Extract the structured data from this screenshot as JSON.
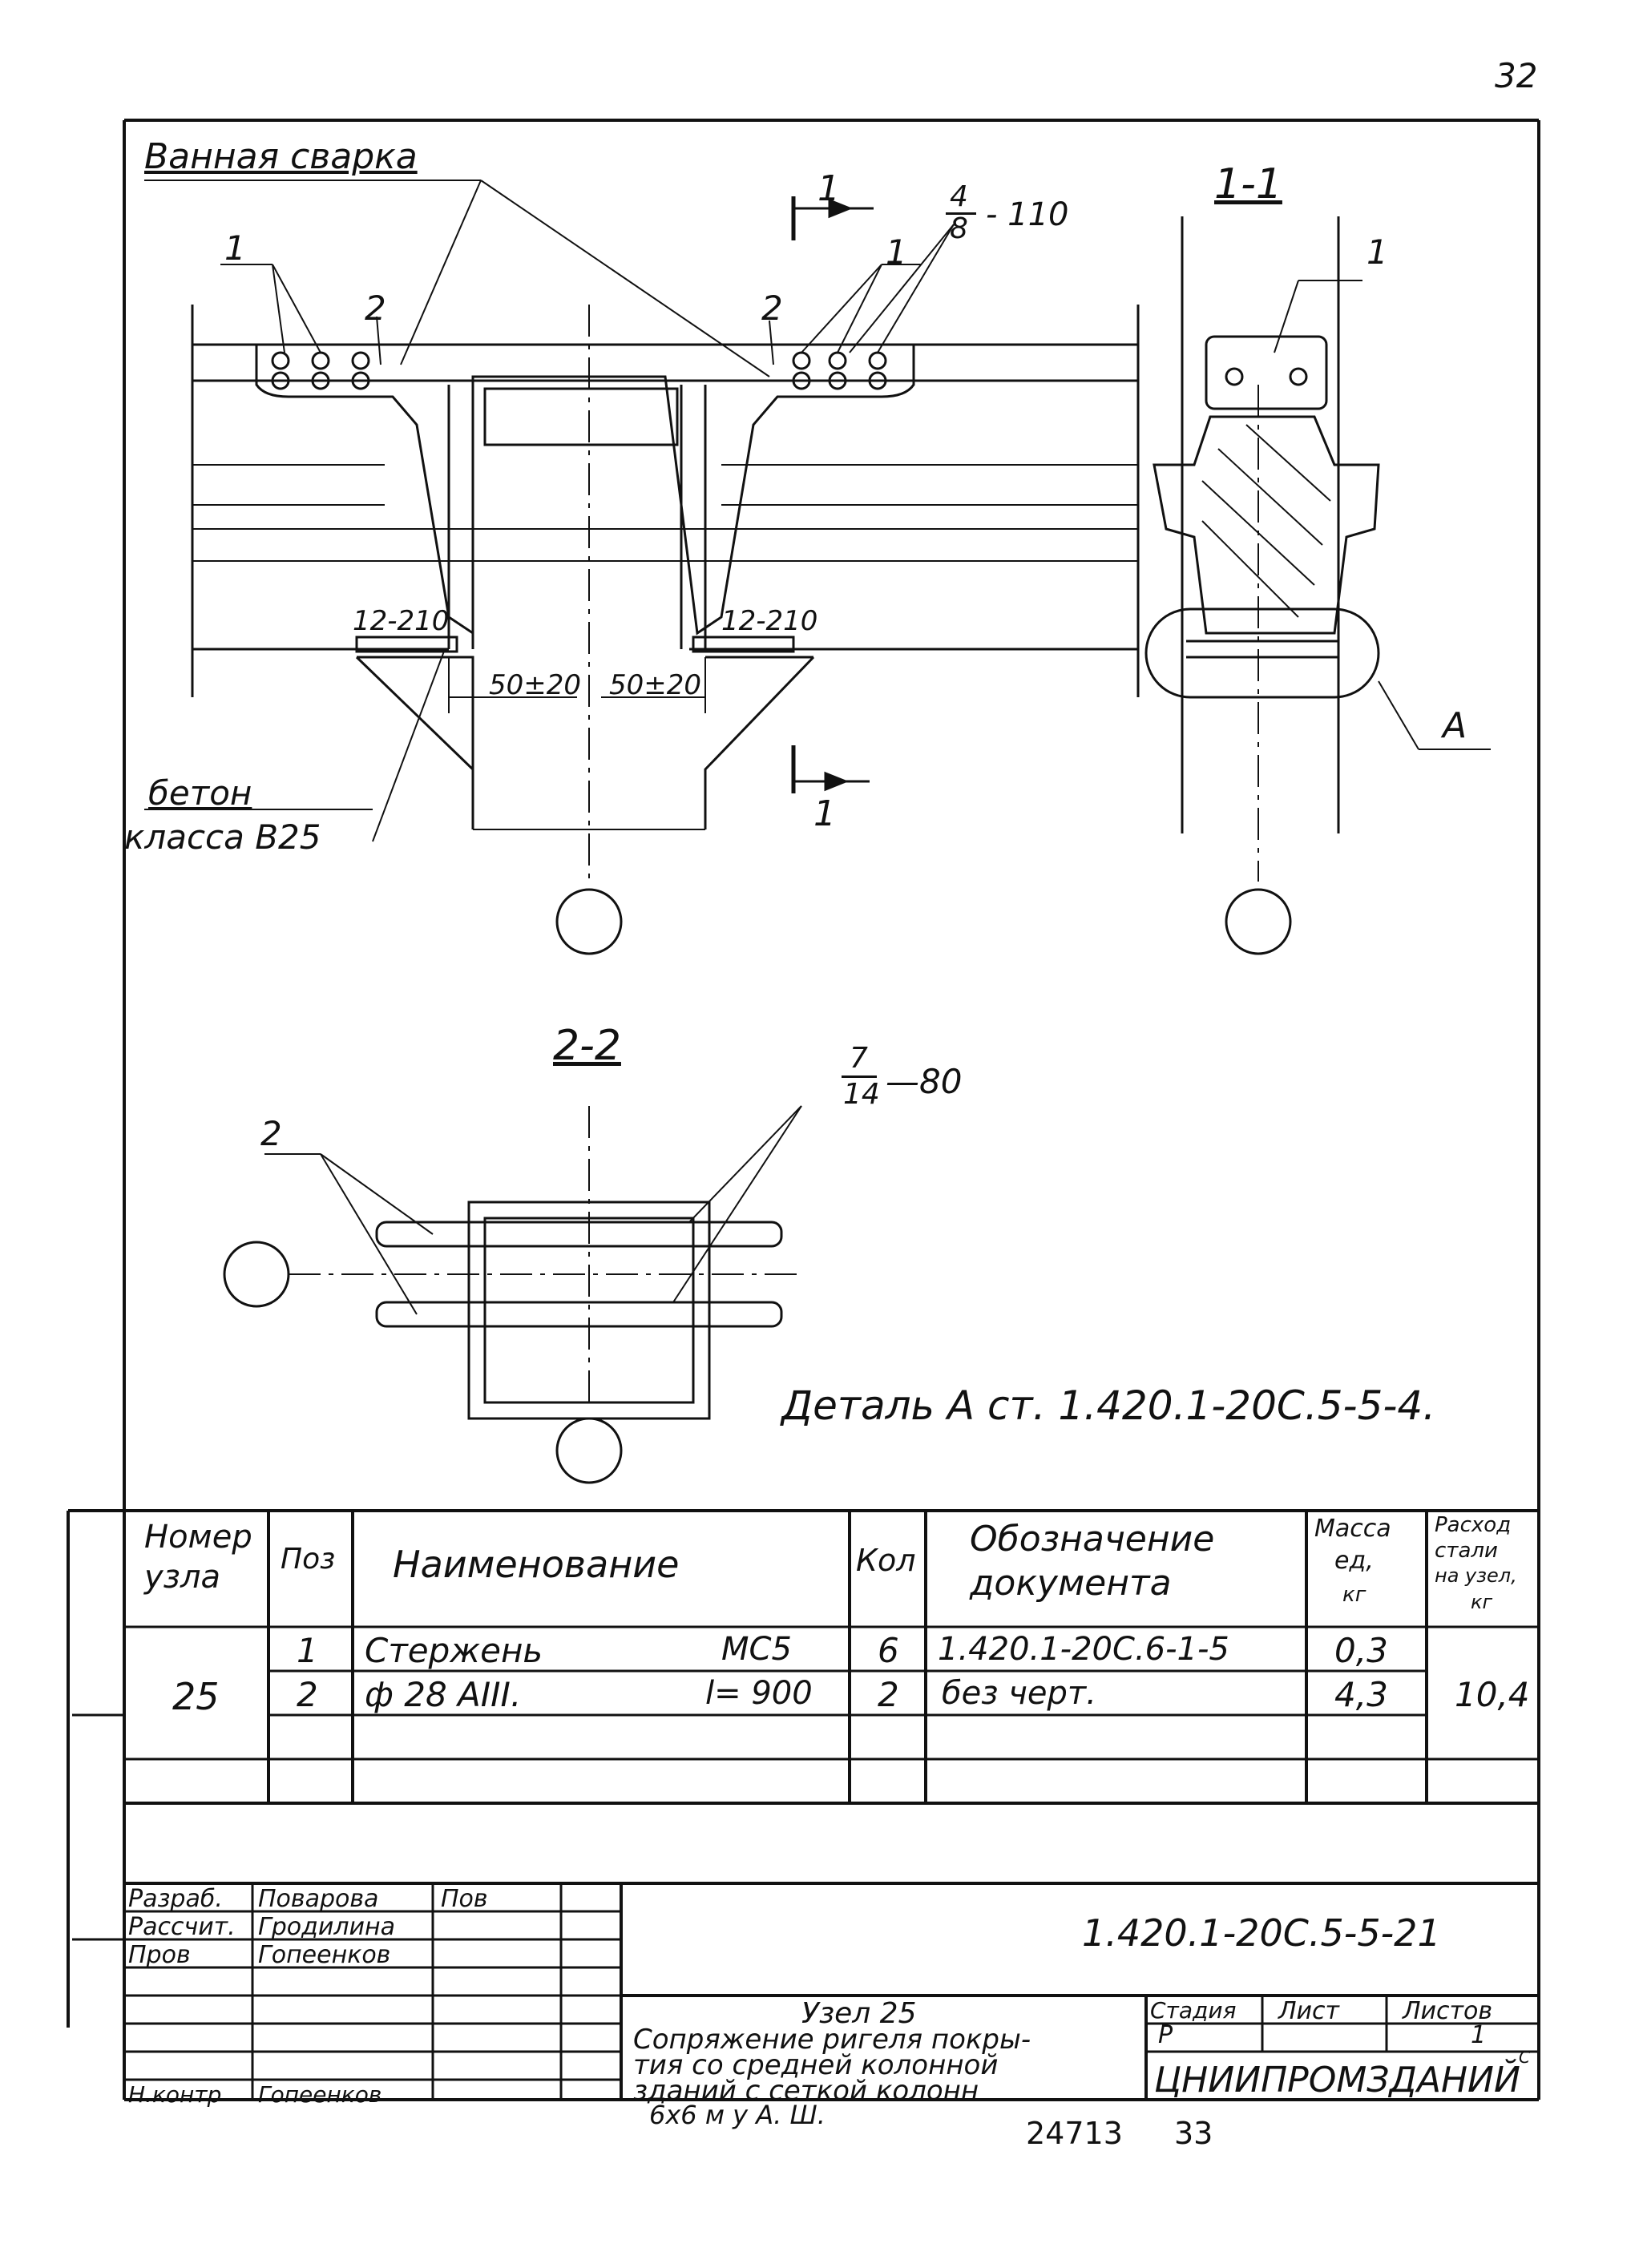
{
  "sheet_number": "32",
  "drawing": {
    "weld_note": "Ванная сварка",
    "section_mark": "1",
    "pos_1": "1",
    "pos_2": "2",
    "fraction_top_num": "4",
    "fraction_top_den": "8",
    "fraction_top_tail": "- 110",
    "weld_left": "12-210",
    "weld_right": "12-210",
    "dim_left": "50±20",
    "dim_right": "50±20",
    "concrete_line1": "бетон",
    "concrete_line2": "класса В25",
    "section_1_1": "1-1",
    "section_2_2": "2-2",
    "detail_ref": "A",
    "fraction_bottom_num": "7",
    "fraction_bottom_den": "14",
    "fraction_bottom_tail": "—80",
    "detail_note": "Деталь А  ст.  1.420.1-20С.5-5-4."
  },
  "spec_table": {
    "headers": {
      "node": [
        "Номер",
        "узла"
      ],
      "pos": "Поз",
      "name": "Наименование",
      "qty": "Кол",
      "doc": [
        "Обозначение",
        "документа"
      ],
      "mass": [
        "Масса",
        "ед,",
        "кг"
      ],
      "steel": [
        "Расход",
        "стали",
        "на узел,",
        "кг"
      ]
    },
    "node_number": "25",
    "rows": [
      {
        "pos": "1",
        "name": "Стержень",
        "mark": "МС5",
        "qty": "6",
        "doc": "1.420.1-20С.6-1-5",
        "mass": "0,3"
      },
      {
        "pos": "2",
        "name": "ф 28 АIII.",
        "mark": "l= 900",
        "qty": "2",
        "doc": "без черт.",
        "mass": "4,3"
      }
    ],
    "steel_total": "10,4"
  },
  "title_block": {
    "roles": [
      "Разраб.",
      "Рассчит.",
      "Пров",
      "Н.контр"
    ],
    "names": [
      "Поварова",
      "Гродилина",
      "Гопеенков",
      "Гопеенков"
    ],
    "signatures": [
      "Пов",
      "",
      "",
      ""
    ],
    "doc_code": "1.420.1-20С.5-5-21",
    "title_lines": [
      "Узел  25",
      "Сопряжение ригеля покры-",
      "тия со средней колонной",
      "зданий с сеткой колонн",
      "6х6 м  у  А. Ш."
    ],
    "stage_label": "Стадия",
    "sheet_label": "Лист",
    "sheets_label": "Листов",
    "stage_value": "Р",
    "sheets_value": "1",
    "org": "ЦНИИПРОМЗДАНИЙ",
    "org_sup": "С"
  },
  "footer": {
    "inv": "24713",
    "page": "33"
  }
}
